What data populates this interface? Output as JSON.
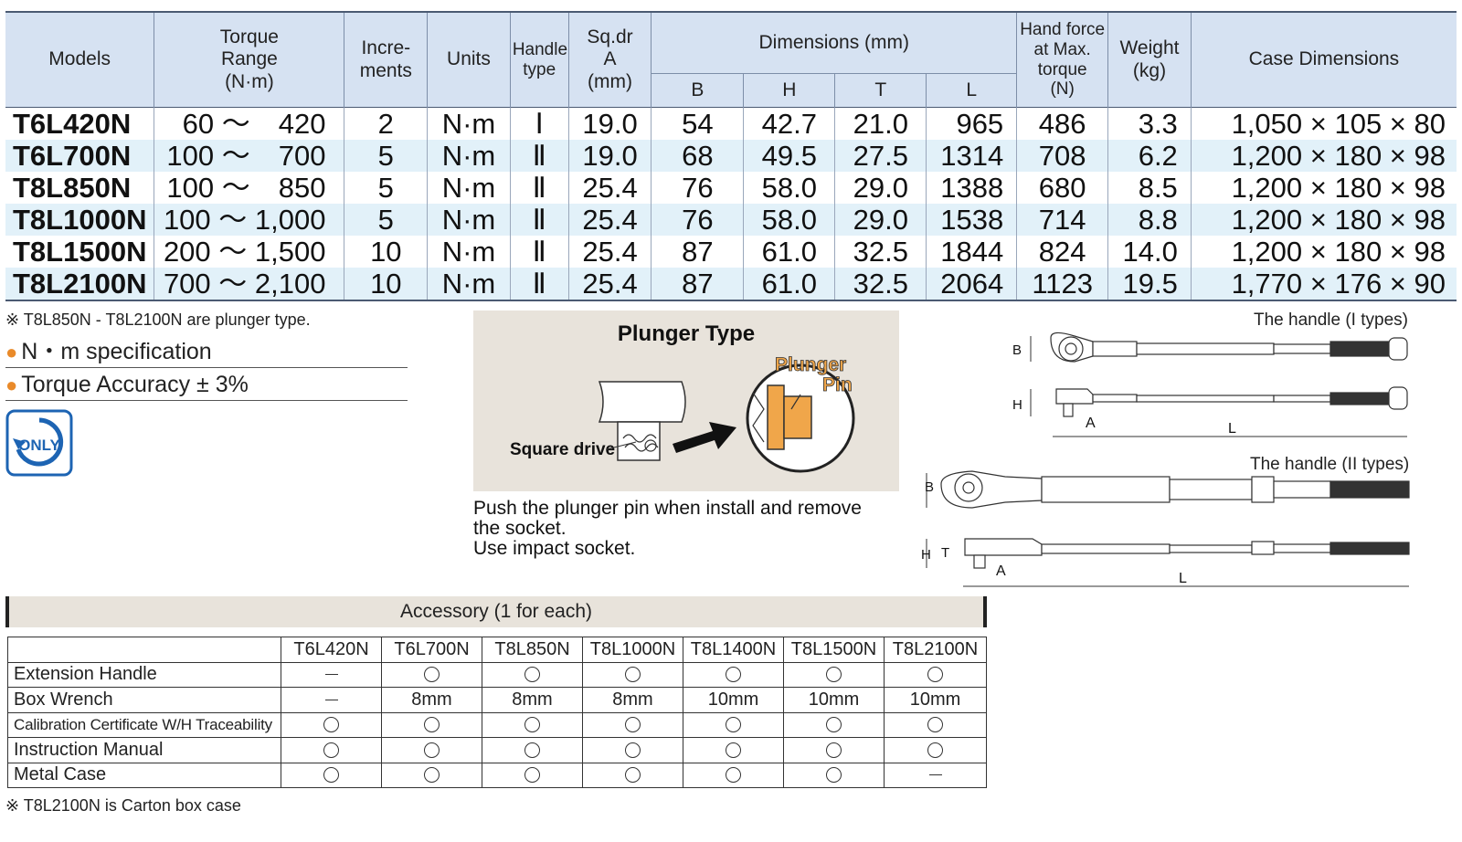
{
  "spec_table": {
    "headers": {
      "models": "Models",
      "torque_range": [
        "Torque",
        "Range",
        "(N·m)"
      ],
      "increments": [
        "Incre-",
        "ments"
      ],
      "units": "Units",
      "handle_type": [
        "Handle",
        "type"
      ],
      "sq_dr": [
        "Sq.dr",
        "A",
        "(mm)"
      ],
      "dimensions": "Dimensions (mm)",
      "dim_b": "B",
      "dim_h": "H",
      "dim_t": "T",
      "dim_l": "L",
      "hand_force": [
        "Hand force",
        "at Max.",
        "torque",
        "(N)"
      ],
      "weight": [
        "Weight",
        "(kg)"
      ],
      "case_dimensions": "Case Dimensions"
    },
    "rows": [
      {
        "model": "T6L420N",
        "range": "60 ～　420",
        "inc": "2",
        "units": "N·m",
        "handle": "Ⅰ",
        "sqdr": "19.0",
        "b": "54",
        "h": "42.7",
        "t": "21.0",
        "l": "965",
        "force": "486",
        "weight": "3.3",
        "case": "1,050 × 105 × 80"
      },
      {
        "model": "T6L700N",
        "range": "100 ～　700",
        "inc": "5",
        "units": "N·m",
        "handle": "Ⅱ",
        "sqdr": "19.0",
        "b": "68",
        "h": "49.5",
        "t": "27.5",
        "l": "1314",
        "force": "708",
        "weight": "6.2",
        "case": "1,200 × 180 × 98"
      },
      {
        "model": "T8L850N",
        "range": "100 ～　850",
        "inc": "5",
        "units": "N·m",
        "handle": "Ⅱ",
        "sqdr": "25.4",
        "b": "76",
        "h": "58.0",
        "t": "29.0",
        "l": "1388",
        "force": "680",
        "weight": "8.5",
        "case": "1,200 × 180 × 98"
      },
      {
        "model": "T8L1000N",
        "range": "100 ～ 1,000",
        "inc": "5",
        "units": "N·m",
        "handle": "Ⅱ",
        "sqdr": "25.4",
        "b": "76",
        "h": "58.0",
        "t": "29.0",
        "l": "1538",
        "force": "714",
        "weight": "8.8",
        "case": "1,200 × 180 × 98"
      },
      {
        "model": "T8L1500N",
        "range": "200 ～ 1,500",
        "inc": "10",
        "units": "N·m",
        "handle": "Ⅱ",
        "sqdr": "25.4",
        "b": "87",
        "h": "61.0",
        "t": "32.5",
        "l": "1844",
        "force": "824",
        "weight": "14.0",
        "case": "1,200 × 180 × 98"
      },
      {
        "model": "T8L2100N",
        "range": "700 ～ 2,100",
        "inc": "10",
        "units": "N·m",
        "handle": "Ⅱ",
        "sqdr": "25.4",
        "b": "87",
        "h": "61.0",
        "t": "32.5",
        "l": "2064",
        "force": "1123",
        "weight": "19.5",
        "case": "1,770 × 176 × 90"
      }
    ]
  },
  "notes": {
    "plunger_note": "※ T8L850N - T8L2100N are plunger type.",
    "spec1": "N・m specification",
    "spec2": "Torque Accuracy ± 3%",
    "badge": "ONLY",
    "bullet_color": "#e98a2a"
  },
  "plunger": {
    "title": "Plunger Type",
    "label_square": "Square drive",
    "label_plunger": "Plunger",
    "label_pin": "Pin",
    "desc": [
      "Push the plunger pin when install and remove",
      "the socket.",
      "Use impact socket."
    ],
    "highlight_color": "#f0a64a"
  },
  "drawings": {
    "handle1": "The handle (I  types)",
    "handle2": "The handle (II  types)",
    "dims": {
      "b": "B",
      "h": "H",
      "t": "T",
      "a": "A",
      "l": "L"
    }
  },
  "accessory": {
    "title": "Accessory (1 for each)",
    "columns": [
      "",
      "T6L420N",
      "T6L700N",
      "T8L850N",
      "T8L1000N",
      "T8L1400N",
      "T8L1500N",
      "T8L2100N"
    ],
    "rows": [
      {
        "item": "Extension Handle",
        "cells": [
          "—",
          "○",
          "○",
          "○",
          "○",
          "○",
          "○"
        ]
      },
      {
        "item": "Box Wrench",
        "cells": [
          "—",
          "8mm",
          "8mm",
          "8mm",
          "10mm",
          "10mm",
          "10mm"
        ]
      },
      {
        "item": "Calibration Certificate W/H Traceability",
        "cells": [
          "○",
          "○",
          "○",
          "○",
          "○",
          "○",
          "○"
        ]
      },
      {
        "item": "Instruction Manual",
        "cells": [
          "○",
          "○",
          "○",
          "○",
          "○",
          "○",
          "○"
        ]
      },
      {
        "item": "Metal Case",
        "cells": [
          "○",
          "○",
          "○",
          "○",
          "○",
          "○",
          "—"
        ]
      }
    ],
    "footnote": "※ T8L2100N is Carton box case"
  },
  "colors": {
    "header_bg": "#d6e2f2",
    "row_shade": "#e2f1f9",
    "panel_bg": "#e8e3db"
  }
}
